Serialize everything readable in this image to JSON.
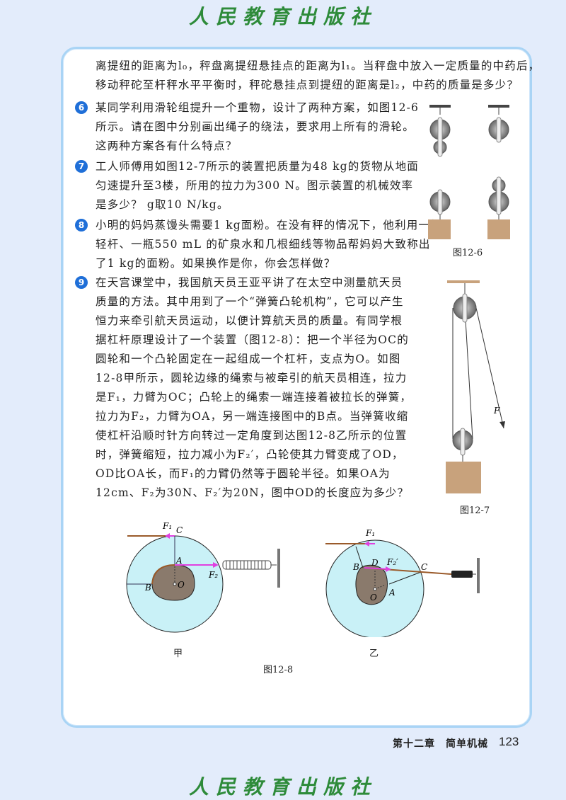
{
  "header": {
    "publisher": "人民教育出版社"
  },
  "continuation": {
    "lines": [
      "离提纽的距离为l₀，秤盘离提纽悬挂点的距离为l₁。当秤盘中放入一定质量的中药后，",
      "移动秤砣至杆秤水平平衡时，秤砣悬挂点到提纽的距离是l₂，中药的质量是多少？"
    ]
  },
  "questions": [
    {
      "number": "6",
      "lines": [
        "某同学利用滑轮组提升一个重物，设计了两种方案，如图12-6",
        "所示。请在图中分别画出绳子的绕法，要求用上所有的滑轮。",
        "这两种方案各有什么特点？"
      ]
    },
    {
      "number": "7",
      "lines": [
        "工人师傅用如图12-7所示的装置把质量为48 kg的货物从地面",
        "匀速提升至3楼，所用的拉力为300 N。图示装置的机械效率",
        "是多少？ g取10 N/kg。"
      ]
    },
    {
      "number": "8",
      "lines": [
        "小明的妈妈蒸馒头需要1 kg面粉。在没有秤的情况下，他利用一根",
        "轻杆、一瓶550 mL 的矿泉水和几根细线等物品帮妈妈大致称出",
        "了1 kg的面粉。如果换作是你，你会怎样做？"
      ]
    },
    {
      "number": "9",
      "lines": [
        "在天宫课堂中，我国航天员王亚平讲了在太空中测量航天员",
        "质量的方法。其中用到了一个“弹簧凸轮机构”，它可以产生",
        "恒力来牵引航天员运动，以便计算航天员的质量。有同学根",
        "据杠杆原理设计了一个装置（图12-8）：把一个半径为OC的",
        "圆轮和一个凸轮固定在一起组成一个杠杆，支点为O。如图",
        "12-8甲所示，圆轮边缘的绳索与被牵引的航天员相连，拉力",
        "是F₁，力臂为OC；凸轮上的绳索一端连接着被拉长的弹簧，",
        "拉力为F₂，力臂为OA，另一端连接图中的B点。当弹簧收缩",
        "使杠杆沿顺时针方向转过一定角度到达图12-8乙所示的位置",
        "时，弹簧缩短，拉力减小为F₂′，凸轮使其力臂变成了OD，",
        "OD比OA长，而F₁的力臂仍然等于圆轮半径。如果OA为",
        "12cm、F₂为30N、F₂′为20N，图中OD的长度应为多少？"
      ]
    }
  ],
  "figures": {
    "fig12_6": {
      "caption": "图12-6"
    },
    "fig12_7": {
      "caption": "图12-7",
      "force_label": "F"
    },
    "fig12_8": {
      "caption": "图12-8",
      "left": {
        "sub_caption": "甲",
        "labels": {
          "F1": "F₁",
          "C": "C",
          "A": "A",
          "F2": "F₂",
          "B": "B",
          "O": "O"
        }
      },
      "right": {
        "sub_caption": "乙",
        "labels": {
          "F1": "F₁",
          "B": "B",
          "D": "D",
          "F2p": "F₂′",
          "C": "C",
          "A": "A",
          "O": "O"
        }
      }
    }
  },
  "footer": {
    "chapter": "第十二章　简单机械",
    "page": "123"
  },
  "colors": {
    "badge": "#1f6fd8",
    "publisher": "#2e8b3a",
    "panel_border": "#a9d4f5",
    "wheel": "#c9f1f7",
    "cam": "#8a7a6c",
    "force": "#e040e0",
    "rope": "#9a5a2a",
    "box": "#c8a27c"
  }
}
